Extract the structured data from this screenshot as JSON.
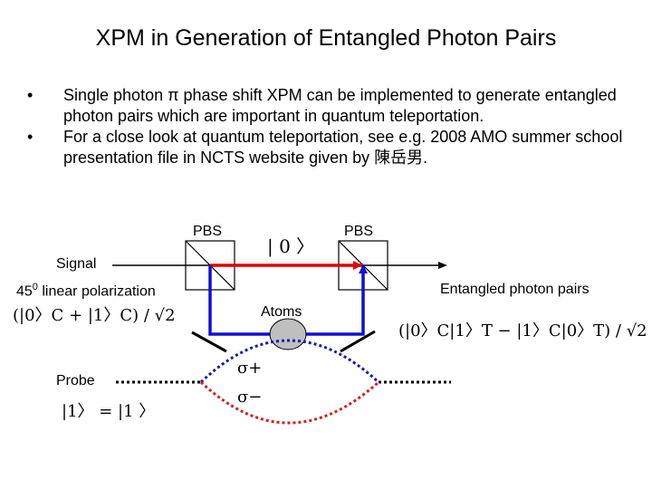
{
  "title": "XPM in Generation of Entangled Photon  Pairs",
  "bullets": [
    "Single photon π phase shift XPM can be implemented to generate entangled photon pairs which are important in quantum teleportation.",
    "For a close look at quantum teleportation, see e.g. 2008 AMO summer school presentation file in NCTS website given by 陳岳男."
  ],
  "bullet_symbol": "•",
  "labels": {
    "pbs_left": "PBS",
    "pbs_right": "PBS",
    "signal": "Signal",
    "polarization": "450 linear polarization",
    "polarization_base": "45",
    "polarization_sup": "0",
    "polarization_rest": " linear polarization",
    "entangled": "Entangled photon pairs",
    "atoms": "Atoms",
    "probe": "Probe"
  },
  "math": {
    "zero_ket": "| 0 〉",
    "signal_state": "(|0〉C + |1〉C) / √2",
    "entangled_state": "(|0〉C|1〉T − |1〉C|0〉T) / √2",
    "probe_state": "|1〉 = |1 〉",
    "sigma_plus": "σ+",
    "sigma_minus": "σ−"
  },
  "colors": {
    "signal_beam": "#e00000",
    "probe_beam": "#1010d0",
    "upper_arc": "#1a1ab0",
    "lower_arc": "#d02020",
    "atoms_fill": "#bfbfbf"
  }
}
